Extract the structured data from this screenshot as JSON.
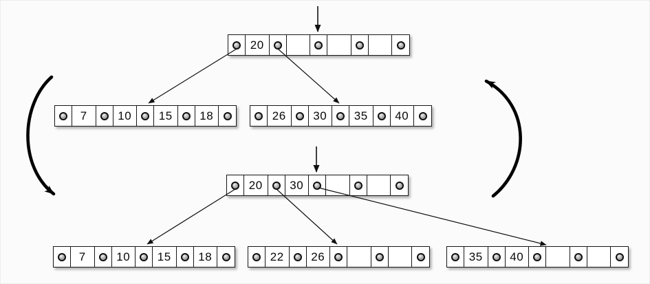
{
  "diagram_type": "btree-insert-split",
  "colors": {
    "ink": "#111111",
    "node_fill": "#ffffff",
    "dot_gray": "#999999",
    "background": "#fbfbfb"
  },
  "states": {
    "before": {
      "root": {
        "keys": [
          "20",
          "",
          "",
          ""
        ]
      },
      "leaves": [
        {
          "keys": [
            "7",
            "10",
            "15",
            "18"
          ]
        },
        {
          "keys": [
            "26",
            "30",
            "35",
            "40"
          ]
        }
      ]
    },
    "after": {
      "root": {
        "keys": [
          "20",
          "30",
          "",
          ""
        ]
      },
      "leaves": [
        {
          "keys": [
            "7",
            "10",
            "15",
            "18"
          ]
        },
        {
          "keys": [
            "22",
            "26",
            "",
            ""
          ]
        },
        {
          "keys": [
            "35",
            "40",
            "",
            ""
          ]
        }
      ]
    }
  }
}
